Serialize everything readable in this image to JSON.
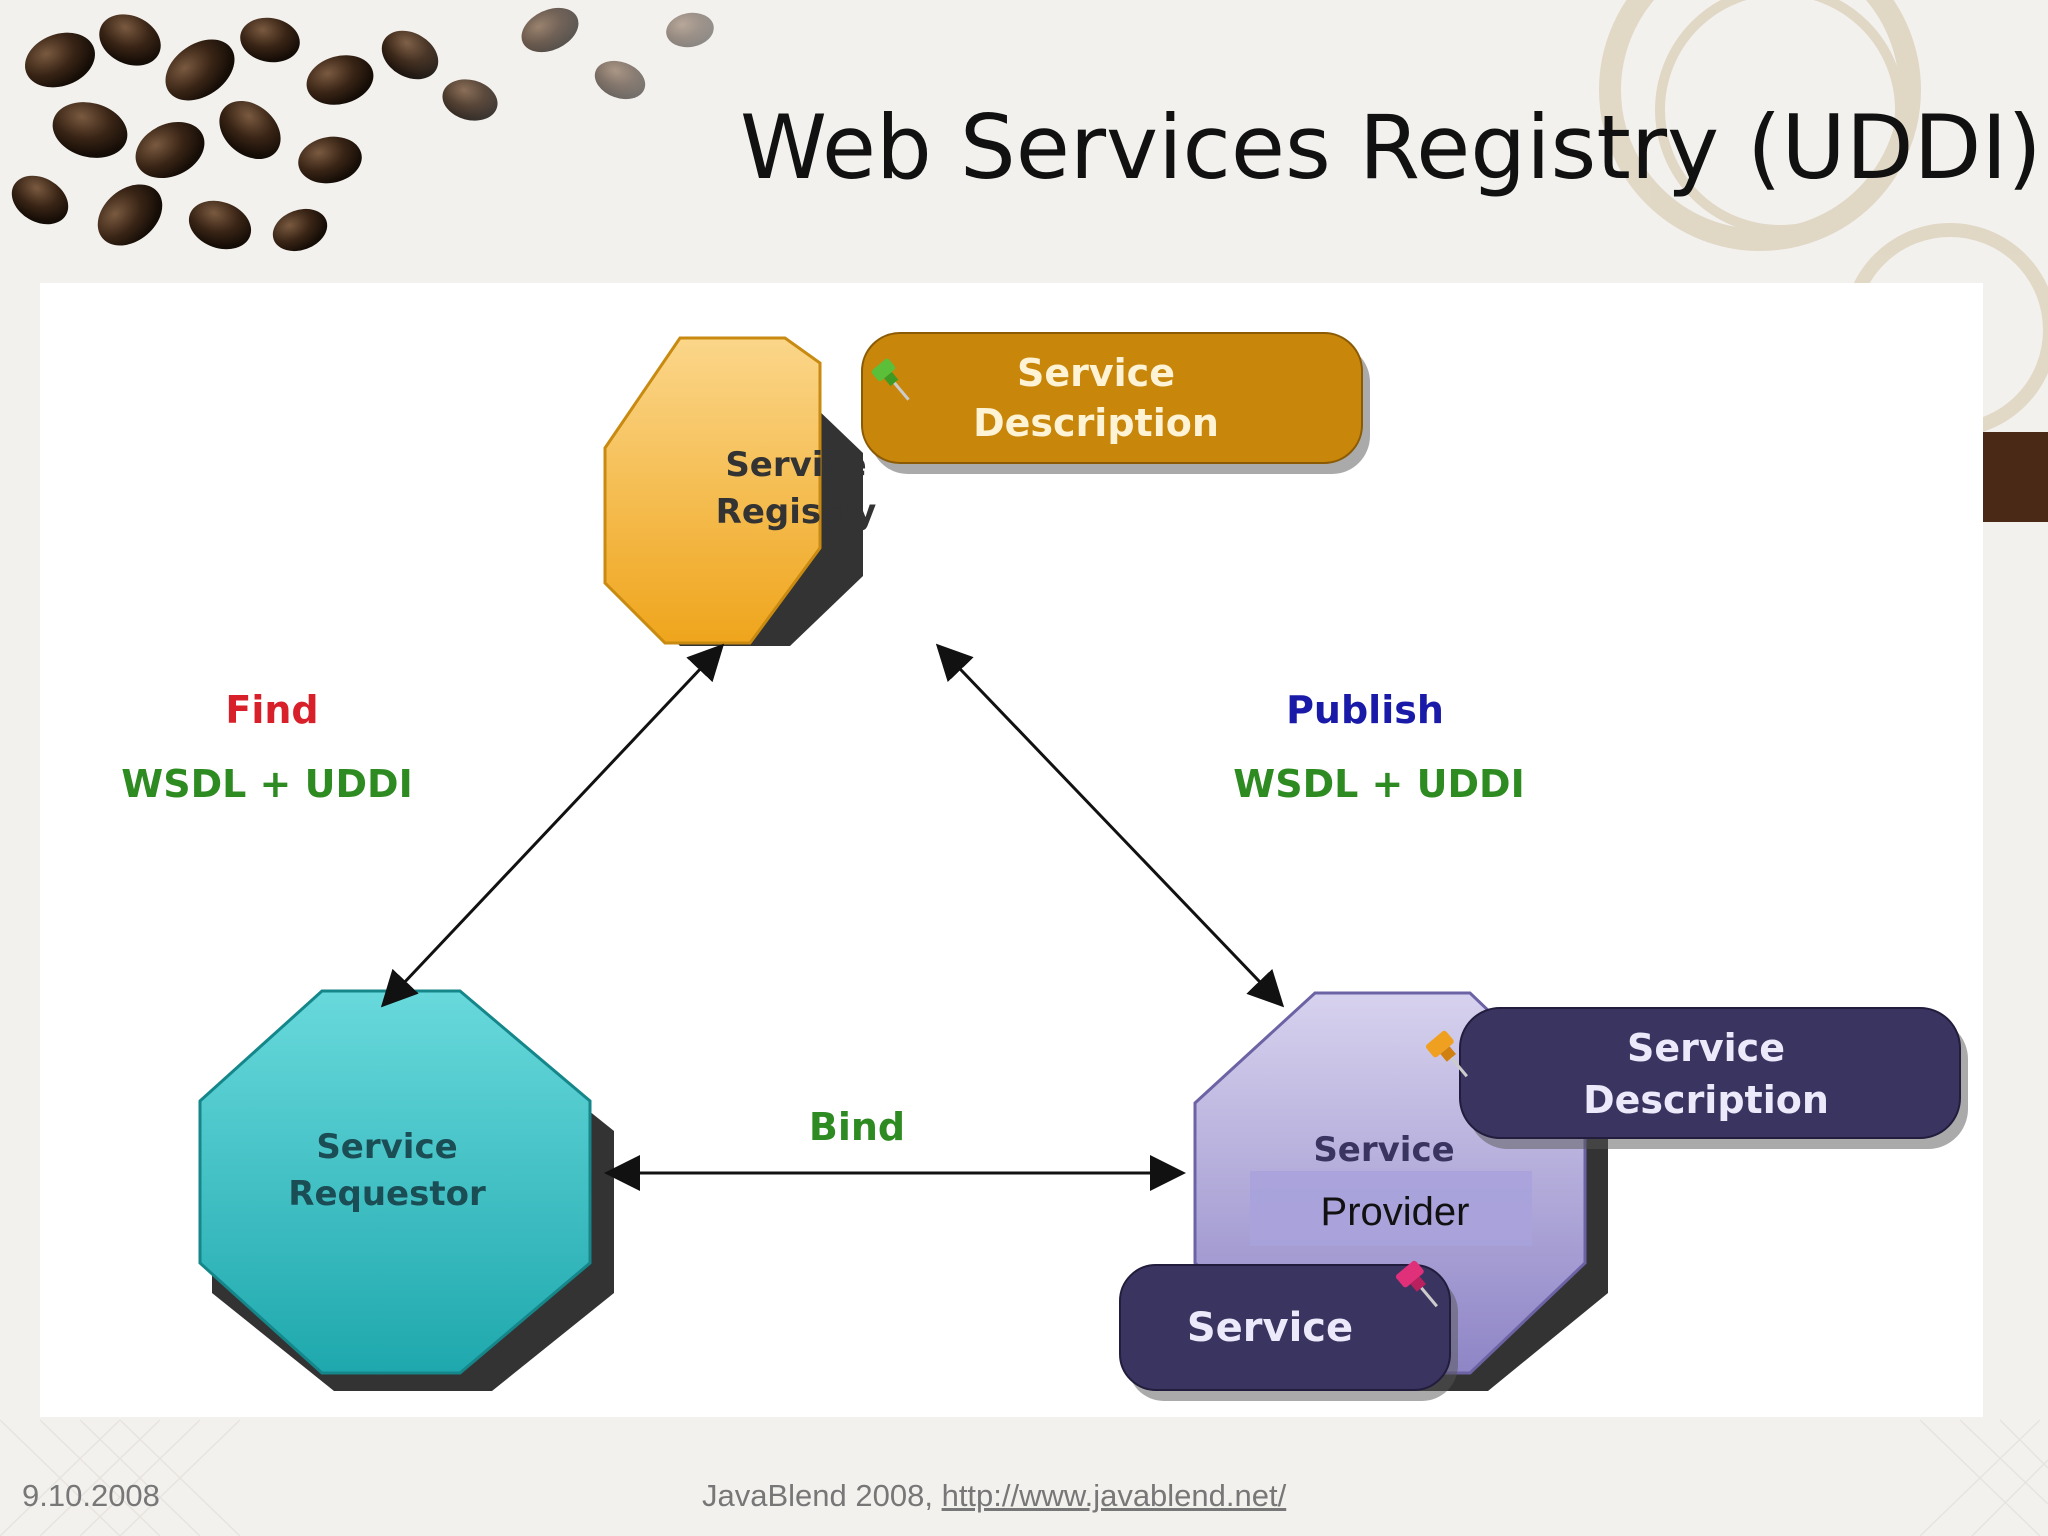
{
  "slide": {
    "title": "Web Services Registry (UDDI)"
  },
  "diagram": {
    "registry": {
      "line1": "Service",
      "line2": "Registry",
      "badge_line1": "Service",
      "badge_line2": "Description"
    },
    "requestor": {
      "line1": "Service",
      "line2": "Requestor"
    },
    "provider": {
      "line1": "Service",
      "line2": "Provider",
      "badge_line1": "Service",
      "badge_line2": "Description",
      "service_label": "Service"
    },
    "find": {
      "title": "Find",
      "subtitle": "WSDL + UDDI"
    },
    "publish": {
      "title": "Publish",
      "subtitle": "WSDL + UDDI"
    },
    "bind": {
      "title": "Bind"
    },
    "colors": {
      "registry_fill": "#f4b53a",
      "badge_gold": "#c8860a",
      "requestor_fill": "#2fbcc1",
      "provider_fill": "#9a92cc",
      "badge_navy": "#3a3460",
      "find_red": "#d8202a",
      "publish_blue": "#1a1aa8",
      "wsdl_green": "#2e8b22"
    }
  },
  "footer": {
    "date": "9.10.2008",
    "credit_prefix": "JavaBlend 2008, ",
    "credit_link": "http://www.javablend.net/"
  }
}
